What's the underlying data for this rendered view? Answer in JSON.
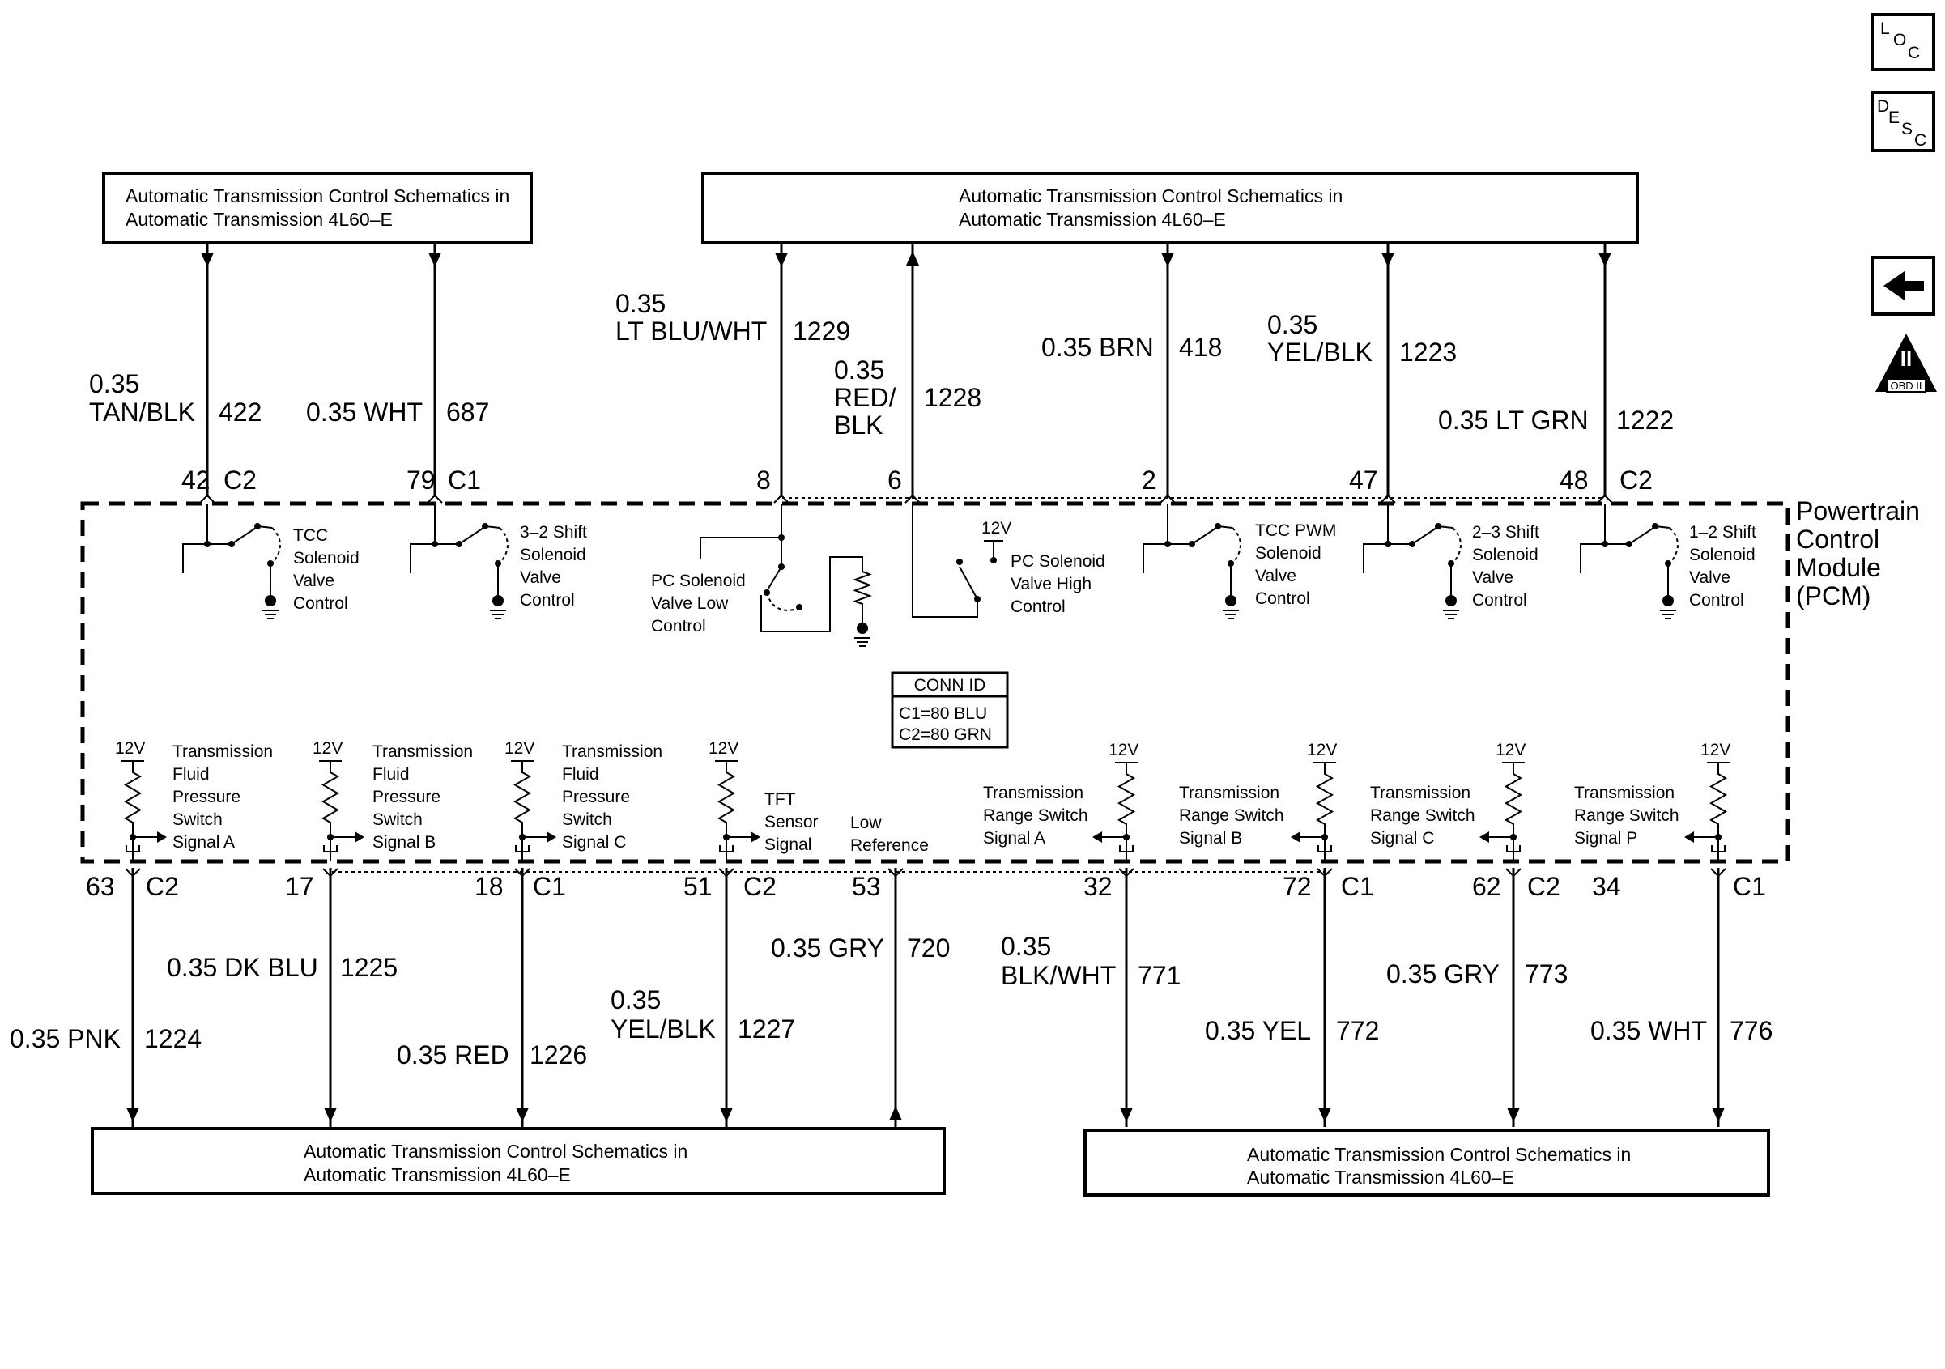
{
  "nav": {
    "loc": [
      "L",
      "O",
      "C"
    ],
    "desc": [
      "D",
      "E",
      "S",
      "C"
    ],
    "obd_label": "OBD II",
    "obd_numeral": "II"
  },
  "ref_box_line1": "Automatic Transmission Control Schematics in",
  "ref_box_line2": "Automatic Transmission 4L60–E",
  "pcm_label": [
    "Powertrain",
    "Control",
    "Module",
    "(PCM)"
  ],
  "conn_id": {
    "title": "CONN ID",
    "c1": "C1=80 BLU",
    "c2": "C2=80 GRN"
  },
  "voltage": "12V",
  "top_wires": [
    {
      "wire_lines": [
        "0.35",
        "TAN/BLK"
      ],
      "circuit": "422",
      "pin": "42",
      "conn": "C2",
      "direction": "down"
    },
    {
      "wire_lines": [
        "0.35 WHT"
      ],
      "circuit": "687",
      "pin": "79",
      "conn": "C1",
      "direction": "down"
    },
    {
      "wire_lines": [
        "0.35",
        "LT BLU/WHT"
      ],
      "circuit": "1229",
      "pin": "8",
      "conn": "",
      "direction": "down"
    },
    {
      "wire_lines": [
        "0.35",
        "RED/",
        "BLK"
      ],
      "circuit": "1228",
      "pin": "6",
      "conn": "",
      "direction": "up"
    },
    {
      "wire_lines": [
        "0.35 BRN"
      ],
      "circuit": "418",
      "pin": "2",
      "conn": "",
      "direction": "down"
    },
    {
      "wire_lines": [
        "0.35",
        "YEL/BLK"
      ],
      "circuit": "1223",
      "pin": "47",
      "conn": "",
      "direction": "down"
    },
    {
      "wire_lines": [
        "0.35 LT GRN"
      ],
      "circuit": "1222",
      "pin": "48",
      "conn": "C2",
      "direction": "down"
    }
  ],
  "top_components": [
    {
      "lines": [
        "TCC",
        "Solenoid",
        "Valve",
        "Control"
      ]
    },
    {
      "lines": [
        "3–2 Shift",
        "Solenoid",
        "Valve",
        "Control"
      ]
    },
    {
      "lines": [
        "PC Solenoid",
        "Valve Low",
        "Control"
      ]
    },
    {
      "lines": [
        "PC Solenoid",
        "Valve High",
        "Control"
      ]
    },
    {
      "lines": [
        "TCC PWM",
        "Solenoid",
        "Valve",
        "Control"
      ]
    },
    {
      "lines": [
        "2–3 Shift",
        "Solenoid",
        "Valve",
        "Control"
      ]
    },
    {
      "lines": [
        "1–2 Shift",
        "Solenoid",
        "Valve",
        "Control"
      ]
    }
  ],
  "bottom_components": [
    {
      "lines": [
        "Transmission",
        "Fluid",
        "Pressure",
        "Switch",
        "Signal A"
      ]
    },
    {
      "lines": [
        "Transmission",
        "Fluid",
        "Pressure",
        "Switch",
        "Signal B"
      ]
    },
    {
      "lines": [
        "Transmission",
        "Fluid",
        "Pressure",
        "Switch",
        "Signal C"
      ]
    },
    {
      "lines": [
        "TFT",
        "Sensor",
        "Signal"
      ]
    },
    {
      "lines": [
        "Low",
        "Reference"
      ]
    },
    {
      "lines": [
        "Transmission",
        "Range Switch",
        "Signal A"
      ]
    },
    {
      "lines": [
        "Transmission",
        "Range Switch",
        "Signal B"
      ]
    },
    {
      "lines": [
        "Transmission",
        "Range Switch",
        "Signal C"
      ]
    },
    {
      "lines": [
        "Transmission",
        "Range Switch",
        "Signal P"
      ]
    }
  ],
  "bottom_wires": [
    {
      "wire_lines": [
        "0.35 PNK"
      ],
      "circuit": "1224",
      "pin": "63",
      "conn": "C2",
      "direction": "down"
    },
    {
      "wire_lines": [
        "0.35 DK BLU"
      ],
      "circuit": "1225",
      "pin": "17",
      "conn": "",
      "direction": "down"
    },
    {
      "wire_lines": [
        "0.35 RED"
      ],
      "circuit": "1226",
      "pin": "18",
      "conn": "C1",
      "direction": "down"
    },
    {
      "wire_lines": [
        "0.35",
        "YEL/BLK"
      ],
      "circuit": "1227",
      "pin": "51",
      "conn": "C2",
      "direction": "down"
    },
    {
      "wire_lines": [
        "0.35 GRY"
      ],
      "circuit": "720",
      "pin": "53",
      "conn": "",
      "direction": "up"
    },
    {
      "wire_lines": [
        "0.35",
        "BLK/WHT"
      ],
      "circuit": "771",
      "pin": "32",
      "conn": "",
      "direction": "down"
    },
    {
      "wire_lines": [
        "0.35 YEL"
      ],
      "circuit": "772",
      "pin": "72",
      "conn": "C1",
      "direction": "down"
    },
    {
      "wire_lines": [
        "0.35 GRY"
      ],
      "circuit": "773",
      "pin": "62",
      "conn": "C2",
      "direction": "down"
    },
    {
      "wire_lines": [
        "0.35 WHT"
      ],
      "circuit": "776",
      "pin": "34",
      "conn": "C1",
      "direction": "down"
    }
  ]
}
